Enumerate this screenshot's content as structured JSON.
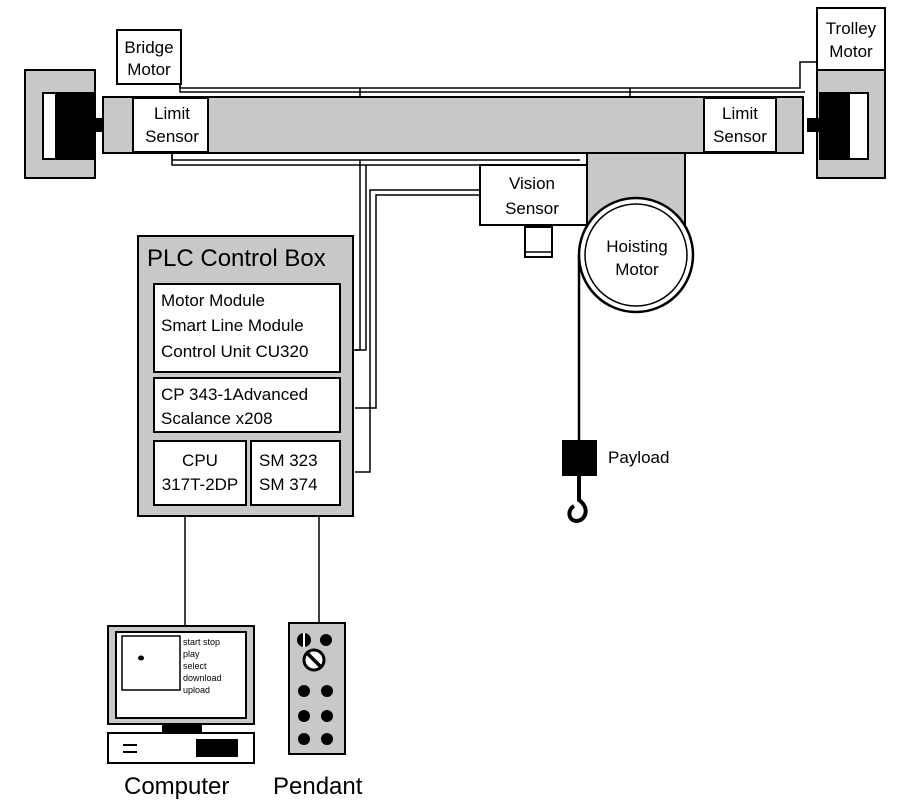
{
  "crane": {
    "bridge_motor": [
      "Bridge",
      "Motor"
    ],
    "trolley_motor": [
      "Trolley",
      "Motor"
    ],
    "limit_sensor_left": [
      "Limit",
      "Sensor"
    ],
    "limit_sensor_right": [
      "Limit",
      "Sensor"
    ],
    "vision_sensor": [
      "Vision",
      "Sensor"
    ],
    "hoisting_motor": [
      "Hoisting",
      "Motor"
    ],
    "payload": "Payload"
  },
  "plc": {
    "title": "PLC Control Box",
    "module1": [
      "Motor Module",
      "Smart Line Module",
      "Control Unit CU320"
    ],
    "module2": [
      "CP 343-1Advanced",
      "Scalance x208"
    ],
    "cpu": [
      "CPU",
      "317T-2DP"
    ],
    "sm": [
      "SM 323",
      "SM 374"
    ]
  },
  "computer": {
    "label": "Computer",
    "screen_menu": [
      "start  stop",
      "play",
      "select",
      "download",
      "upload"
    ]
  },
  "pendant": {
    "label": "Pendant"
  },
  "colors": {
    "panel_gray": "#c8c8c8",
    "outline": "#000000",
    "fill_white": "#ffffff"
  }
}
